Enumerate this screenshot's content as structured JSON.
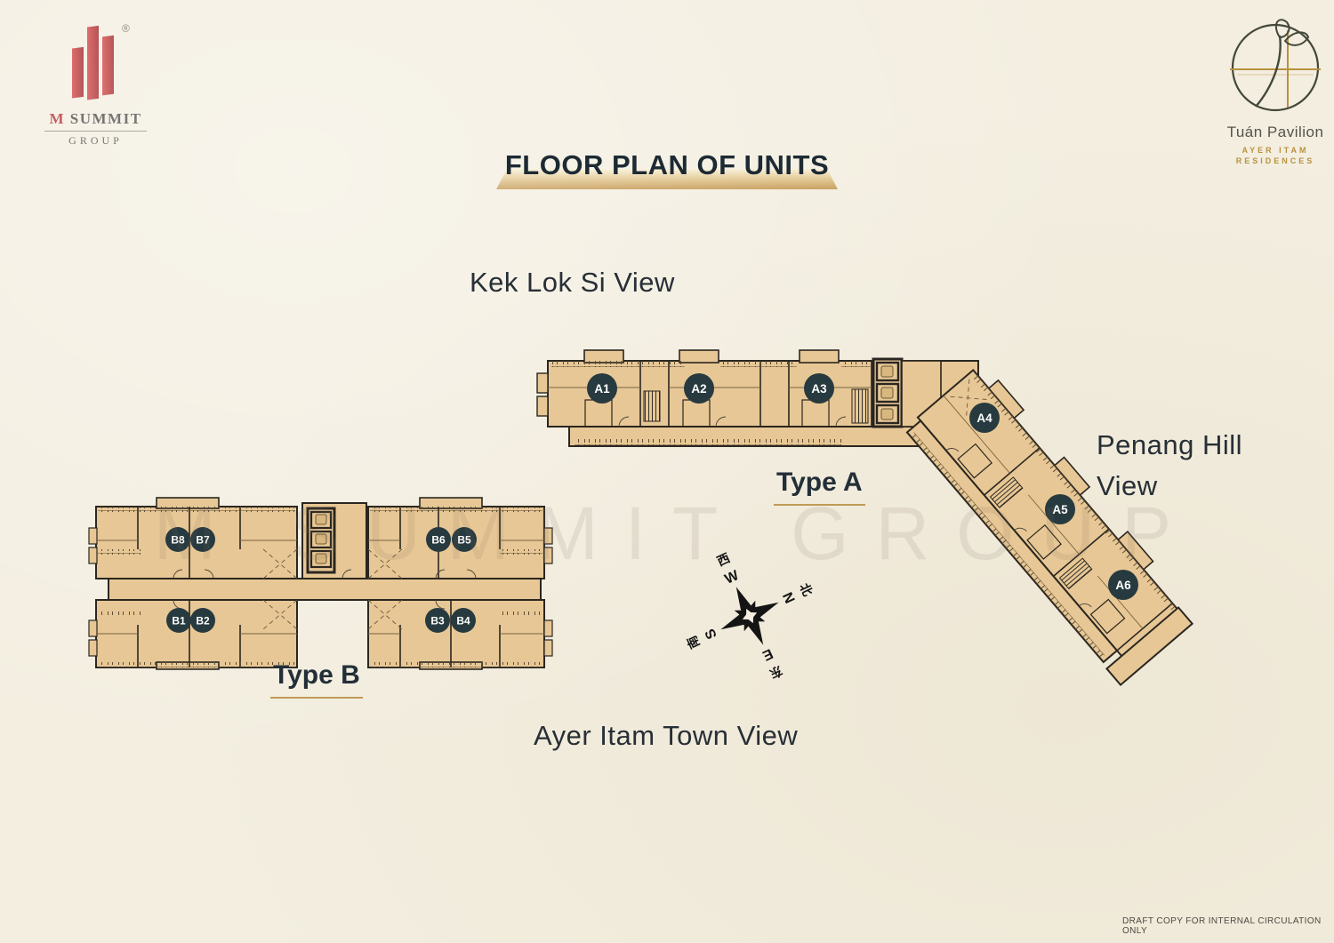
{
  "header": {
    "msummit_logo": {
      "registered": "®",
      "brand_m": "M",
      "brand_rest": " SUMMIT",
      "brand_sub": "GROUP"
    },
    "pavilion_logo": {
      "name": "Tuán Pavilion",
      "line1": "AYER ITAM",
      "line2": "RESIDENCES"
    }
  },
  "title": "FLOOR PLAN OF UNITS",
  "watermark": "M SUMMIT GROUP",
  "views": {
    "kek_lok_si": "Kek Lok Si View",
    "penang_hill_1": "Penang Hill",
    "penang_hill_2": "View",
    "ayer_itam": "Ayer Itam Town View"
  },
  "type_a": {
    "label": "Type A",
    "units": [
      "A1",
      "A2",
      "A3",
      "A4",
      "A5",
      "A6"
    ]
  },
  "type_b": {
    "label": "Type B",
    "units": [
      "B8",
      "B7",
      "B6",
      "B5",
      "B1",
      "B2",
      "B3",
      "B4"
    ]
  },
  "compass": {
    "n": "N",
    "s": "S",
    "e": "E",
    "w": "W",
    "n_cn": "北",
    "s_cn": "南",
    "e_cn": "东",
    "w_cn": "西"
  },
  "footer": {
    "draft_note": "DRAFT COPY FOR INTERNAL CIRCULATION ONLY"
  },
  "colors": {
    "background": "#f3eee0",
    "building_fill": "#e7c795",
    "building_outline": "#2a2620",
    "unit_marker": "#273a3f",
    "gold_accent": "#bf9b55",
    "title_text": "#1d2a33",
    "brand_red": "#b5292f"
  }
}
